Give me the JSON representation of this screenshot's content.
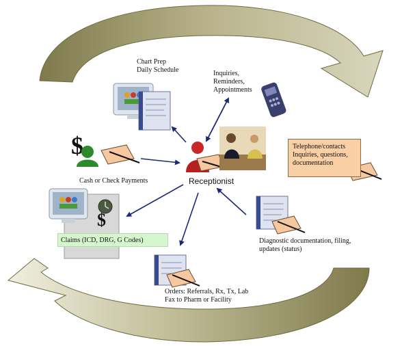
{
  "center": {
    "label": "Receptionist"
  },
  "labels": {
    "chart_prep": [
      "Chart Prep",
      "Daily Schedule"
    ],
    "inquiries": [
      "Inquiries,",
      "Reminders,",
      "Appointments"
    ],
    "telephone": [
      "Telephone/contacts",
      "Inquiries, questions,",
      "documentation"
    ],
    "cash": "Cash or Check Payments",
    "claims": "Claims (ICD, DRG, G Codes)",
    "diagnostic": [
      "Diagnostic documentation, filing,",
      "updates (status)"
    ],
    "orders": [
      "Orders: Referrals, Rx, Tx, Lab",
      "Fax to Pharm or Facility"
    ]
  },
  "colors": {
    "cycle_fill": "#a8a37a",
    "arrow": "#1c2878",
    "telephone_box": "#f9cfa6",
    "claims_box": "#d5f7cd"
  },
  "icons": [
    "cycle-arrow-top-icon",
    "cycle-arrow-bottom-icon",
    "computer-monitor-icon",
    "phone-icon",
    "dollar-person-icon",
    "receptionist-person-icon",
    "reception-desk-photo-icon",
    "document-icon",
    "pen-paper-icon",
    "clock-icon"
  ]
}
